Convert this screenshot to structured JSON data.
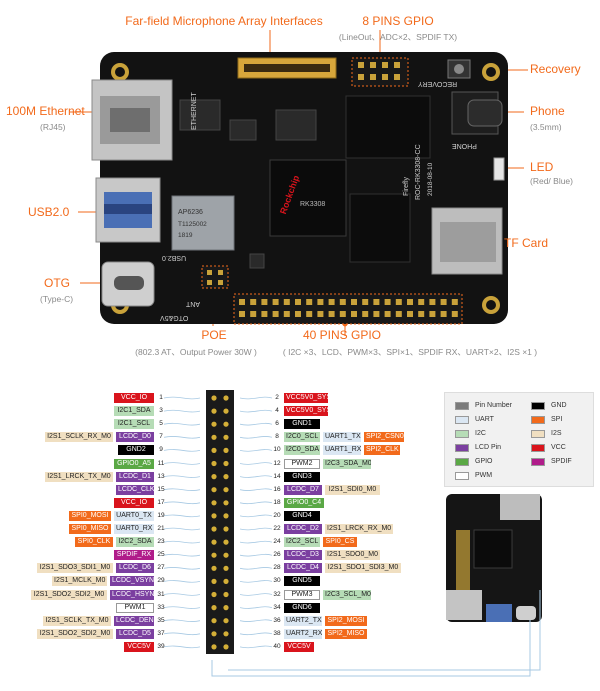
{
  "board_callouts": {
    "microphone": "Far-field Microphone Array Interfaces",
    "gpio8_title": "8 PINS GPIO",
    "gpio8_sub": "(LineOut、ADC×2、SPDIF TX)",
    "recovery": "Recovery",
    "ethernet": "100M Ethernet",
    "ethernet_sub": "(RJ45)",
    "phone": "Phone",
    "phone_sub": "(3.5mm)",
    "led": "LED",
    "led_sub": "(Red/ Blue)",
    "usb": "USB2.0",
    "tf": "TF Card",
    "otg": "OTG",
    "otg_sub": "(Type-C)",
    "poe": "POE",
    "poe_sub": "(802.3 AT、Output Power 30W )",
    "gpio40_title": "40 PINS GPIO",
    "gpio40_sub": "( I2C ×3、LCD、PWM×3、SPI×1、SPDIF RX、UART×2、I2S ×1 )"
  },
  "board_silk": {
    "ethernet": "ETHERNET",
    "recovery": "RECOVERY",
    "phone": "PHONE",
    "usb": "USB2.0",
    "otg": "OTG&5V",
    "chip_brand": "Rockchip",
    "chip_model": "RK3308",
    "wifi_module": "AP6236",
    "wifi_code": "T1125002",
    "wifi_date": "1819",
    "board_name": "Firefly",
    "board_model": "ROC-RK3308-CC",
    "board_date": "2018-08-10",
    "ant": "ANT"
  },
  "pin_rows": [
    {
      "odd": 1,
      "even": 2,
      "left": [
        {
          "t": "VCC_IO",
          "c": "vcc"
        }
      ],
      "right": [
        {
          "t": "VCC5V0_SYS",
          "c": "vcc"
        }
      ]
    },
    {
      "odd": 3,
      "even": 4,
      "left": [
        {
          "t": "I2C1_SDA",
          "c": "i2c"
        }
      ],
      "right": [
        {
          "t": "VCC5V0_SYS",
          "c": "vcc"
        }
      ]
    },
    {
      "odd": 5,
      "even": 6,
      "left": [
        {
          "t": "I2C1_SCL",
          "c": "i2c"
        }
      ],
      "right": [
        {
          "t": "GND1",
          "c": "gnd"
        }
      ]
    },
    {
      "odd": 7,
      "even": 8,
      "left": [
        {
          "t": "LCDC_D0",
          "c": "lcd"
        },
        {
          "t": "I2S1_SCLK_RX_M0",
          "c": "i2s"
        }
      ],
      "right": [
        {
          "t": "I2C0_SCL",
          "c": "i2c"
        },
        {
          "t": "UART1_TX",
          "c": "uart"
        },
        {
          "t": "SPI2_CSN0",
          "c": "spi"
        }
      ]
    },
    {
      "odd": 9,
      "even": 10,
      "left": [
        {
          "t": "GND2",
          "c": "gnd"
        }
      ],
      "right": [
        {
          "t": "I2C0_SDA",
          "c": "i2c"
        },
        {
          "t": "UART1_RX",
          "c": "uart"
        },
        {
          "t": "SPI2_CLK",
          "c": "spi"
        }
      ]
    },
    {
      "odd": 11,
      "even": 12,
      "left": [
        {
          "t": "GPIO0_A5",
          "c": "gpio"
        }
      ],
      "right": [
        {
          "t": "PWM2",
          "c": "pwm"
        },
        {
          "t": "I2C3_SDA_M0",
          "c": "i2c"
        }
      ]
    },
    {
      "odd": 13,
      "even": 14,
      "left": [
        {
          "t": "LCDC_D1",
          "c": "lcd"
        },
        {
          "t": "I2S1_LRCK_TX_M0",
          "c": "i2s"
        }
      ],
      "right": [
        {
          "t": "GND3",
          "c": "gnd"
        }
      ]
    },
    {
      "odd": 15,
      "even": 16,
      "left": [
        {
          "t": "LCDC_CLK",
          "c": "lcd"
        }
      ],
      "right": [
        {
          "t": "LCDC_D7",
          "c": "lcd"
        },
        {
          "t": "I2S1_SDI0_M0",
          "c": "i2s"
        }
      ]
    },
    {
      "odd": 17,
      "even": 18,
      "left": [
        {
          "t": "VCC_IO",
          "c": "vcc"
        }
      ],
      "right": [
        {
          "t": "GPIO0_C4",
          "c": "gpio"
        }
      ]
    },
    {
      "odd": 19,
      "even": 20,
      "left": [
        {
          "t": "UART0_TX",
          "c": "uart"
        },
        {
          "t": "SPI0_MOSI",
          "c": "spi"
        }
      ],
      "right": [
        {
          "t": "GND4",
          "c": "gnd"
        }
      ]
    },
    {
      "odd": 21,
      "even": 22,
      "left": [
        {
          "t": "UART0_RX",
          "c": "uart"
        },
        {
          "t": "SPI0_MISO",
          "c": "spi"
        }
      ],
      "right": [
        {
          "t": "LCDC_D2",
          "c": "lcd"
        },
        {
          "t": "I2S1_LRCK_RX_M0",
          "c": "i2s"
        }
      ]
    },
    {
      "odd": 23,
      "even": 24,
      "left": [
        {
          "t": "I2C2_SDA",
          "c": "i2c"
        },
        {
          "t": "SPI0_CLK",
          "c": "spi"
        }
      ],
      "right": [
        {
          "t": "I2C2_SCL",
          "c": "i2c"
        },
        {
          "t": "SPI0_CS",
          "c": "spi"
        }
      ]
    },
    {
      "odd": 25,
      "even": 26,
      "left": [
        {
          "t": "SPDIF_RX",
          "c": "spdif"
        }
      ],
      "right": [
        {
          "t": "LCDC_D3",
          "c": "lcd"
        },
        {
          "t": "I2S1_SDO0_M0",
          "c": "i2s"
        }
      ]
    },
    {
      "odd": 27,
      "even": 28,
      "left": [
        {
          "t": "LCDC_D6",
          "c": "lcd"
        },
        {
          "t": "I2S1_SDO3_SDI1_M0",
          "c": "i2s"
        }
      ],
      "right": [
        {
          "t": "LCDC_D4",
          "c": "lcd"
        },
        {
          "t": "I2S1_SDO1_SDI3_M0",
          "c": "i2s"
        }
      ]
    },
    {
      "odd": 29,
      "even": 30,
      "left": [
        {
          "t": "LCDC_VSYNC",
          "c": "lcd"
        },
        {
          "t": "I2S1_MCLK_M0",
          "c": "i2s"
        }
      ],
      "right": [
        {
          "t": "GND5",
          "c": "gnd"
        }
      ]
    },
    {
      "odd": 31,
      "even": 32,
      "left": [
        {
          "t": "LCDC_HSYNC",
          "c": "lcd"
        },
        {
          "t": "I2S1_SDO2_SDI2_M0",
          "c": "i2s"
        }
      ],
      "right": [
        {
          "t": "PWM3",
          "c": "pwm"
        },
        {
          "t": "I2C3_SCL_M0",
          "c": "i2c"
        }
      ]
    },
    {
      "odd": 33,
      "even": 34,
      "left": [
        {
          "t": "PWM1",
          "c": "pwm"
        }
      ],
      "right": [
        {
          "t": "GND6",
          "c": "gnd"
        }
      ]
    },
    {
      "odd": 35,
      "even": 36,
      "left": [
        {
          "t": "LCDC_DEN",
          "c": "lcd"
        },
        {
          "t": "I2S1_SCLK_TX_M0",
          "c": "i2s"
        }
      ],
      "right": [
        {
          "t": "UART2_TX",
          "c": "uart"
        },
        {
          "t": "SPI2_MOSI",
          "c": "spi"
        }
      ]
    },
    {
      "odd": 37,
      "even": 38,
      "left": [
        {
          "t": "LCDC_D5",
          "c": "lcd"
        },
        {
          "t": "I2S1_SDO2_SDI2_M0",
          "c": "i2s"
        }
      ],
      "right": [
        {
          "t": "UART2_RX",
          "c": "uart"
        },
        {
          "t": "SPI2_MISO",
          "c": "spi"
        }
      ]
    },
    {
      "odd": 39,
      "even": 40,
      "left": [
        {
          "t": "VCC5V",
          "c": "vcc"
        }
      ],
      "right": [
        {
          "t": "VCC5V",
          "c": "vcc"
        }
      ]
    }
  ],
  "legend": {
    "items": [
      {
        "label": "Pin Number",
        "color": "#7b7b7b"
      },
      {
        "label": "GND",
        "color": "#000000"
      },
      {
        "label": "UART",
        "color": "#dbe7f3"
      },
      {
        "label": "SPI",
        "color": "#f26a1b"
      },
      {
        "label": "I2C",
        "color": "#b6dcb6"
      },
      {
        "label": "I2S",
        "color": "#f0dfc1"
      },
      {
        "label": "LCD Pin",
        "color": "#7b3fa0"
      },
      {
        "label": "VCC",
        "color": "#d9141c"
      },
      {
        "label": "GPIO",
        "color": "#5aa845"
      },
      {
        "label": "SPDIF",
        "color": "#b01c8a"
      },
      {
        "label": "PWM",
        "color": "#ffffff"
      }
    ]
  },
  "colors": {
    "accent": "#f26a1b",
    "board": "#121212",
    "header_gold": "#c9a23a"
  }
}
